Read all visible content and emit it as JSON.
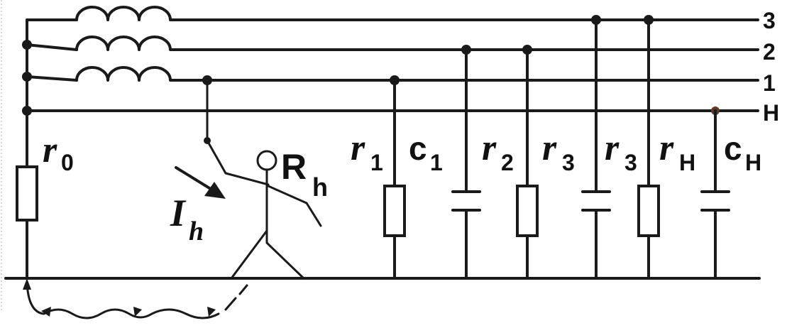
{
  "lines": [
    {
      "id": "3",
      "label": "3"
    },
    {
      "id": "2",
      "label": "2"
    },
    {
      "id": "1",
      "label": "1"
    },
    {
      "id": "N",
      "label": "Н"
    }
  ],
  "source": {
    "label": "r",
    "sub": "0"
  },
  "human": {
    "label": "R",
    "sub": "h",
    "current_label": "I",
    "current_sub": "h"
  },
  "branches": [
    {
      "kind": "resistor",
      "label": "r",
      "sub": "1",
      "italic": true
    },
    {
      "kind": "capacitor",
      "label": "c",
      "sub": "1",
      "italic": false
    },
    {
      "kind": "resistor",
      "label": "r",
      "sub": "2",
      "italic": true
    },
    {
      "kind": "capacitor",
      "label": "r",
      "sub": "3",
      "italic": true
    },
    {
      "kind": "resistor",
      "label": "r",
      "sub": "3",
      "italic": true
    },
    {
      "kind": "resistor",
      "label": "r",
      "sub": "Н",
      "italic": true
    },
    {
      "kind": "capacitor",
      "label": "c",
      "sub": "Н",
      "italic": false
    }
  ]
}
